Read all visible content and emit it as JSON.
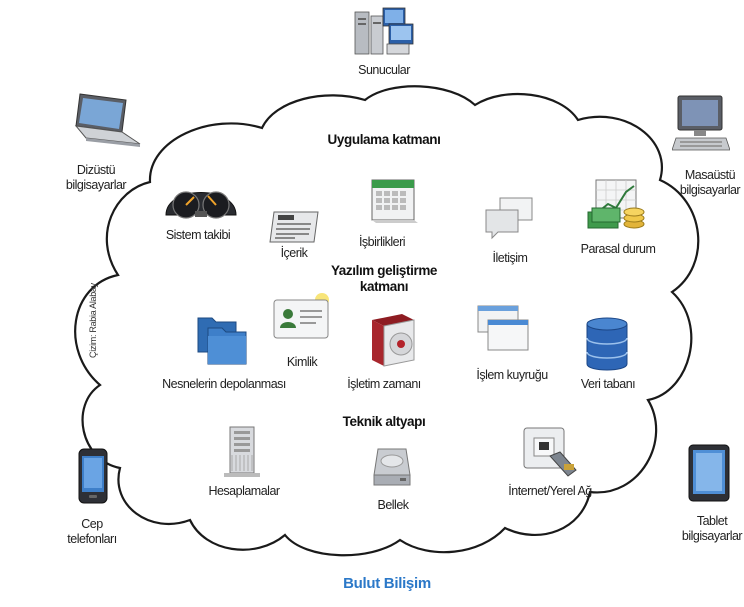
{
  "devices": {
    "servers": "Sunucular",
    "laptops": "Dizüstü\nbilgisayarlar",
    "desktops": "Masaüstü\nbilgisayarlar",
    "phones": "Cep\ntelefonları",
    "tablets": "Tablet\nbilgisayarlar"
  },
  "credit": "Çizim: Rabia Alabay",
  "layers": {
    "application": {
      "title": "Uygulama katmanı",
      "items": [
        "Sistem takibi",
        "İçerik",
        "İşbirlikleri",
        "İletişim",
        "Parasal durum"
      ]
    },
    "platform": {
      "title": "Yazılım geliştirme\nkatmanı",
      "items": [
        "Nesnelerin depolanması",
        "Kimlik",
        "İşletim zamanı",
        "İşlem kuyruğu",
        "Veri tabanı"
      ]
    },
    "infrastructure": {
      "title": "Teknik altyapı",
      "items": [
        "Hesaplamalar",
        "Bellek",
        "İnternet/Yerel Ağ"
      ]
    }
  },
  "footer": "Bulut Bilişim",
  "colors": {
    "footer": "#2b78c8",
    "cloud_stroke": "#1a1a1a"
  }
}
